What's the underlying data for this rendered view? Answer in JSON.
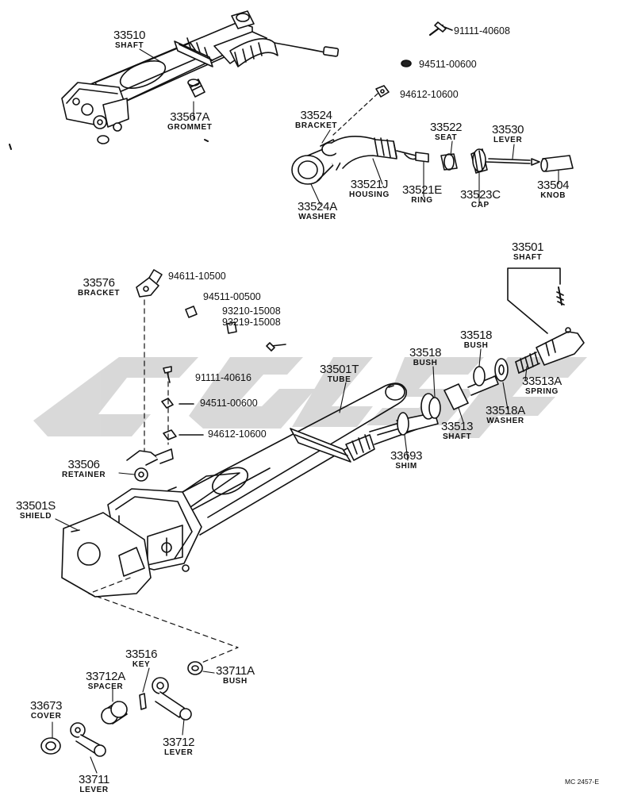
{
  "watermark_color": "#d2d2d2",
  "line_color": "#111111",
  "diagram_code": "MC 2457-E",
  "labels": {
    "shaft_33510": {
      "num": "33510",
      "name": "SHAFT"
    },
    "grommet_33567a": {
      "num": "33567A",
      "name": "GROMMET"
    },
    "bracket_33524": {
      "num": "33524",
      "name": "BRACKET"
    },
    "seat_33522": {
      "num": "33522",
      "name": "SEAT"
    },
    "lever_33530": {
      "num": "33530",
      "name": "LEVER"
    },
    "housing_33521j": {
      "num": "33521J",
      "name": "HOUSING"
    },
    "ring_33521e": {
      "num": "33521E",
      "name": "RING"
    },
    "cap_33523c": {
      "num": "33523C",
      "name": "CAP"
    },
    "knob_33504": {
      "num": "33504",
      "name": "KNOB"
    },
    "washer_33524a": {
      "num": "33524A",
      "name": "WASHER"
    },
    "shaft_33501": {
      "num": "33501",
      "name": "SHAFT"
    },
    "bracket_33576": {
      "num": "33576",
      "name": "BRACKET"
    },
    "tube_33501t": {
      "num": "33501T",
      "name": "TUBE"
    },
    "bush_33518_a": {
      "num": "33518",
      "name": "BUSH"
    },
    "bush_33518_b": {
      "num": "33518",
      "name": "BUSH"
    },
    "spring_33513a": {
      "num": "33513A",
      "name": "SPRING"
    },
    "shaft_33513": {
      "num": "33513",
      "name": "SHAFT"
    },
    "washer_33518a": {
      "num": "33518A",
      "name": "WASHER"
    },
    "shim_33693": {
      "num": "33693",
      "name": "SHIM"
    },
    "retainer_33506": {
      "num": "33506",
      "name": "RETAINER"
    },
    "shield_33501s": {
      "num": "33501S",
      "name": "SHIELD"
    },
    "key_33516": {
      "num": "33516",
      "name": "KEY"
    },
    "spacer_33712a": {
      "num": "33712A",
      "name": "SPACER"
    },
    "bush_33711a": {
      "num": "33711A",
      "name": "BUSH"
    },
    "cover_33673": {
      "num": "33673",
      "name": "COVER"
    },
    "lever_33712": {
      "num": "33712",
      "name": "LEVER"
    },
    "lever_33711": {
      "num": "33711",
      "name": "LEVER"
    }
  },
  "part_numbers": {
    "bolt_91111_40608": "91111-40608",
    "nut_94511_00600_top": "94511-00600",
    "nut_94612_10600_top": "94612-10600",
    "nut_94611_10500": "94611-10500",
    "nut_94511_00500": "94511-00500",
    "screw_93210_15008": "93210-15008",
    "screw_93219_15008": "93219-15008",
    "bolt_91111_40616": "91111-40616",
    "nut_94511_00600_mid": "94511-00600",
    "nut_94612_10600_mid": "94612-10600"
  }
}
